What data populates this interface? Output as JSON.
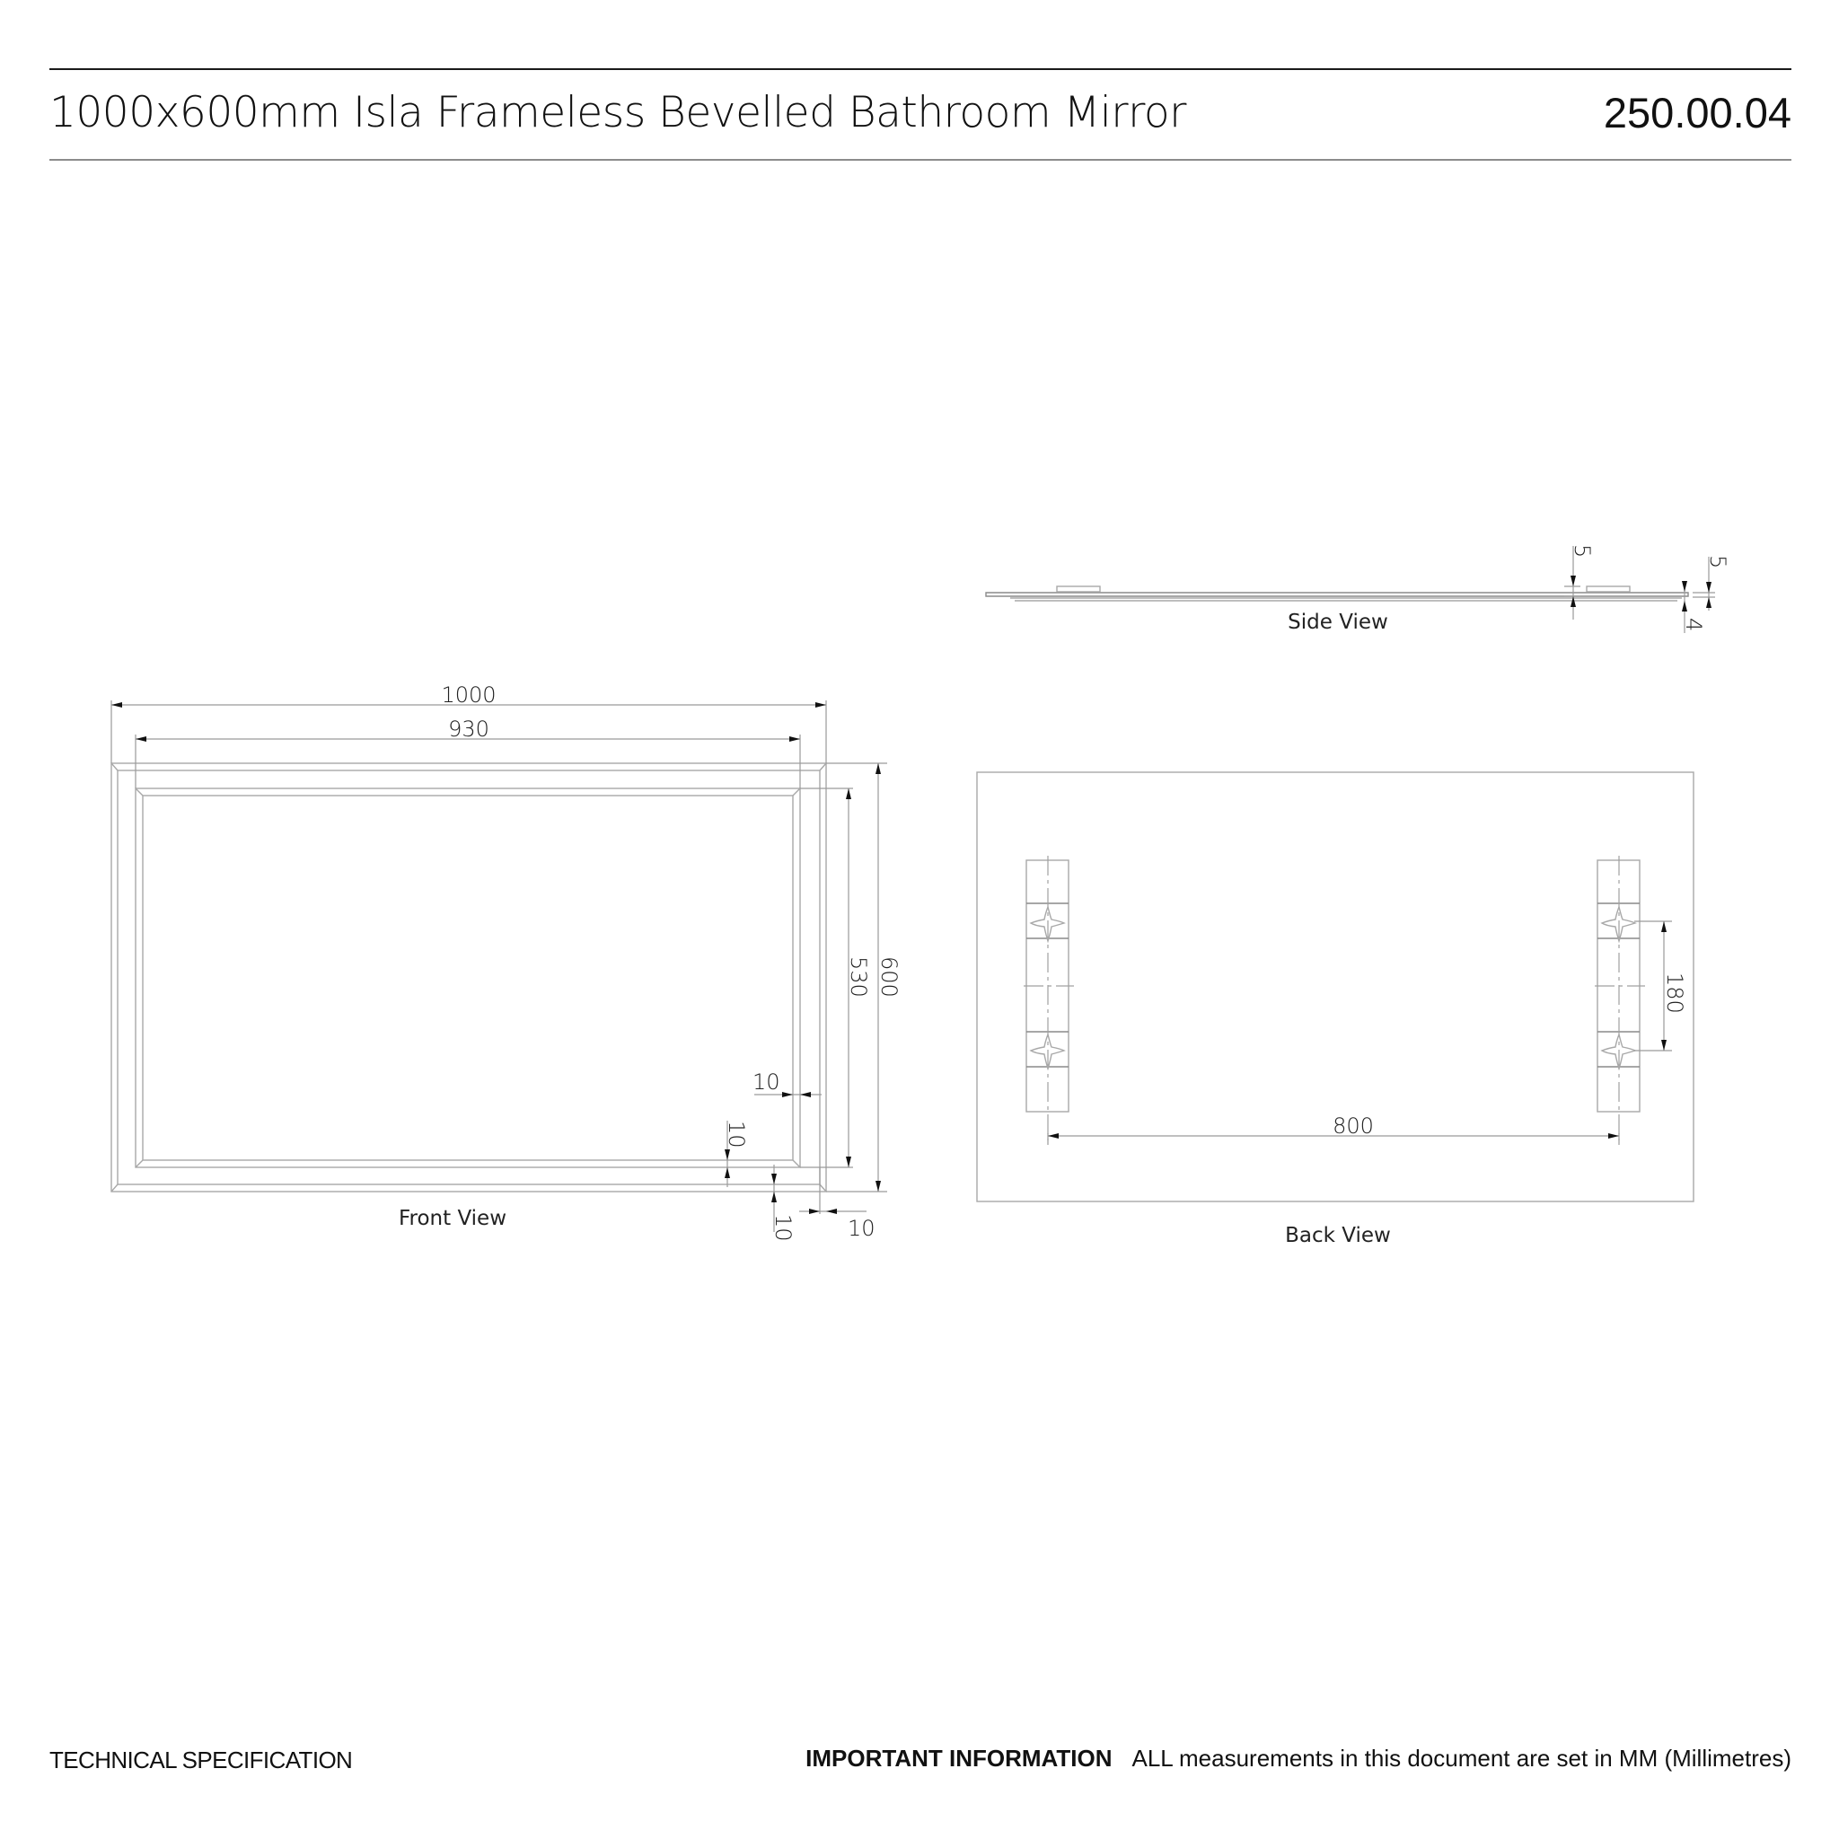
{
  "header": {
    "title": "1000x600mm Isla Frameless Bevelled Bathroom Mirror",
    "product_code": "250.00.04"
  },
  "views": {
    "side": {
      "label": "Side View",
      "dimensions": {
        "bracket_depth": "5",
        "mirror_edge": "5",
        "glass_thickness": "4"
      }
    },
    "front": {
      "label": "Front View",
      "dimensions": {
        "overall_width": "1000",
        "inner_width": "930",
        "overall_height": "600",
        "inner_height": "530",
        "bevel_inner_horizontal": "10",
        "bevel_inner_vertical": "10",
        "bevel_outer_vertical": "10",
        "bevel_outer_horizontal": "10"
      }
    },
    "back": {
      "label": "Back View",
      "dimensions": {
        "bracket_spacing": "800",
        "fixing_spacing": "180"
      }
    }
  },
  "footer": {
    "left": "TECHNICAL SPECIFICATION",
    "important_label": "IMPORTANT INFORMATION",
    "important_text": "ALL measurements in this document are set in MM (Millimetres)"
  },
  "colors": {
    "line": "#a8a8a8",
    "text": "#111111",
    "rule_top": "#1a1a1a",
    "rule_bottom": "#8c8c8c"
  }
}
